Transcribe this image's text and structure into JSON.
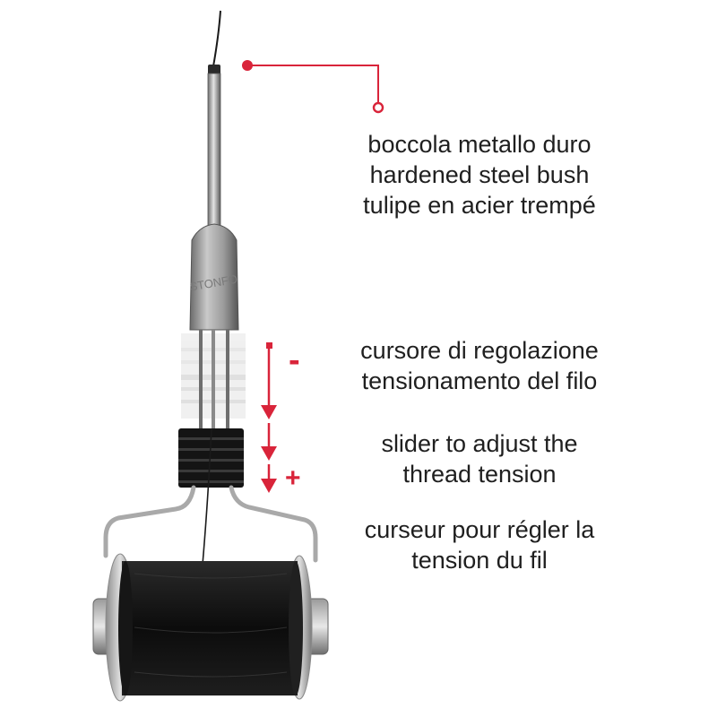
{
  "brand": {
    "logo_text": "STONFO"
  },
  "colors": {
    "accent": "#d9243a",
    "text": "#1f1f1f",
    "thread": "#111111",
    "metal": "#b8b8b8"
  },
  "callouts": {
    "bush": {
      "lines": [
        "boccola metallo duro",
        "hardened steel bush",
        "tulipe en acier trempé"
      ]
    },
    "slider": {
      "lines_it": [
        "cursore di regolazione",
        "tensionamento del filo"
      ],
      "lines_en": [
        "slider to adjust the",
        "thread tension"
      ],
      "lines_fr": [
        "curseur pour régler la",
        "tension du fil"
      ],
      "minus_sign": "-",
      "plus_sign": "+"
    }
  }
}
